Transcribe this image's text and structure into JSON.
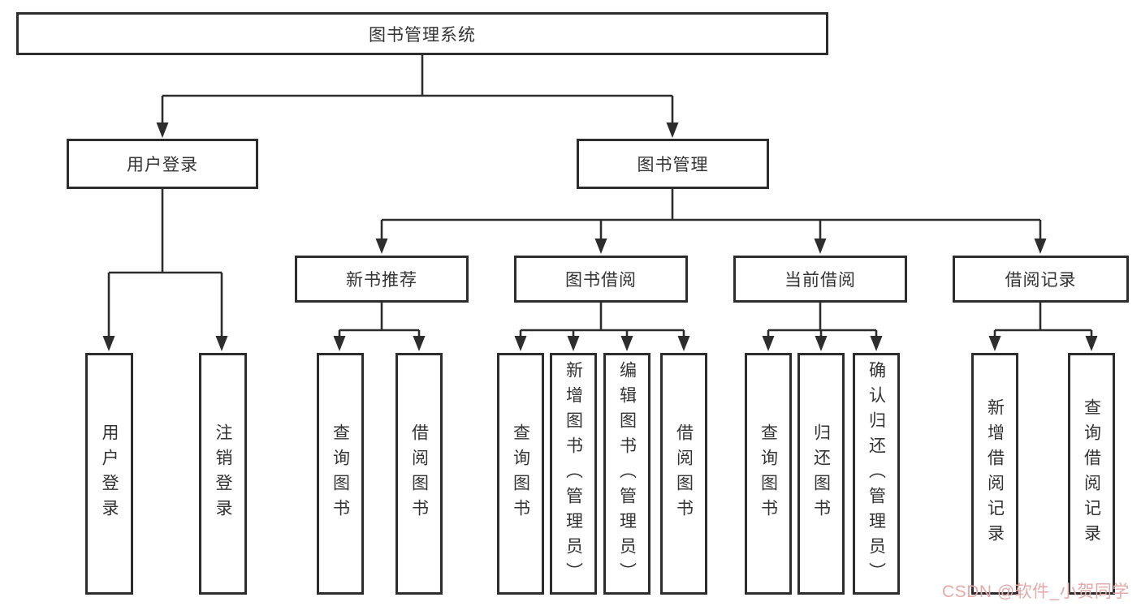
{
  "diagram": {
    "root": {
      "label": "图书管理系统"
    },
    "level2": [
      {
        "label": "用户登录"
      },
      {
        "label": "图书管理"
      }
    ],
    "level3": [
      {
        "label": "新书推荐"
      },
      {
        "label": "图书借阅"
      },
      {
        "label": "当前借阅"
      },
      {
        "label": "借阅记录"
      }
    ],
    "leaves": {
      "user_login": [
        {
          "label": "用户登录"
        },
        {
          "label": "注销登录"
        }
      ],
      "new_books": [
        {
          "label": "查询图书"
        },
        {
          "label": "借阅图书"
        }
      ],
      "book_borrow": [
        {
          "label": "查询图书"
        },
        {
          "label": "新增图书（管理员）"
        },
        {
          "label": "编辑图书（管理员）"
        },
        {
          "label": "借阅图书"
        }
      ],
      "current_borrow": [
        {
          "label": "查询图书"
        },
        {
          "label": "归还图书"
        },
        {
          "label": "确认归还（管理员）"
        }
      ],
      "borrow_records": [
        {
          "label": "新增借阅记录"
        },
        {
          "label": "查询借阅记录"
        }
      ]
    }
  },
  "watermark": {
    "text": "CSDN @软件_小贺同学"
  },
  "colors": {
    "line": "#2d2d2d",
    "text": "#333333",
    "watermark": "#e5a9a9",
    "background": "#ffffff"
  }
}
